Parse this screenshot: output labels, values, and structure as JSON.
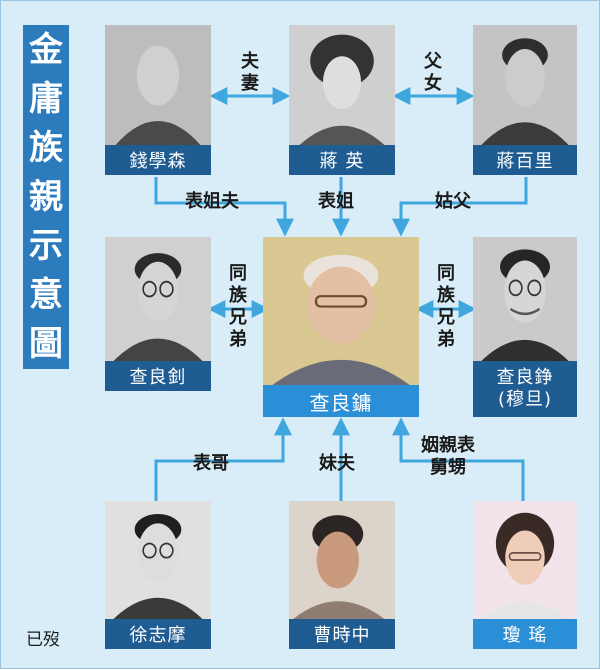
{
  "title": [
    "金",
    "庸",
    "族",
    "親",
    "示",
    "意",
    "圖"
  ],
  "people": {
    "qian": "錢學森",
    "jiang_ying": "蔣 英",
    "jiang_baili": "蔣百里",
    "zha_liangzhao": "查良釗",
    "center": "查良鏞",
    "zha_liangzheng": "查良錚",
    "mu_dan": "(穆旦)",
    "xu": "徐志摩",
    "cao": "曹時中",
    "qiong": "瓊 瑤"
  },
  "relations": {
    "spouse": [
      "夫",
      "妻"
    ],
    "father_daughter": [
      "父",
      "女"
    ],
    "brother_in_law_cousin": "表姐夫",
    "cousin_sister": "表姐",
    "uncle": "姑父",
    "clan_left": [
      "同",
      "族",
      "兄",
      "弟"
    ],
    "clan_right": [
      "同",
      "族",
      "兄",
      "弟"
    ],
    "cousin_brother": "表哥",
    "sister_husband": "妹夫",
    "inlaw_line1": "姻親表",
    "inlaw_line2": "舅甥"
  },
  "legend": "已歿",
  "colors": {
    "background": "#d9edf8",
    "title_fill": "#2b7bbd",
    "name_bar": "#1f5c92",
    "center_bar": "#2b8fd8",
    "arrow": "#3fa7de"
  }
}
